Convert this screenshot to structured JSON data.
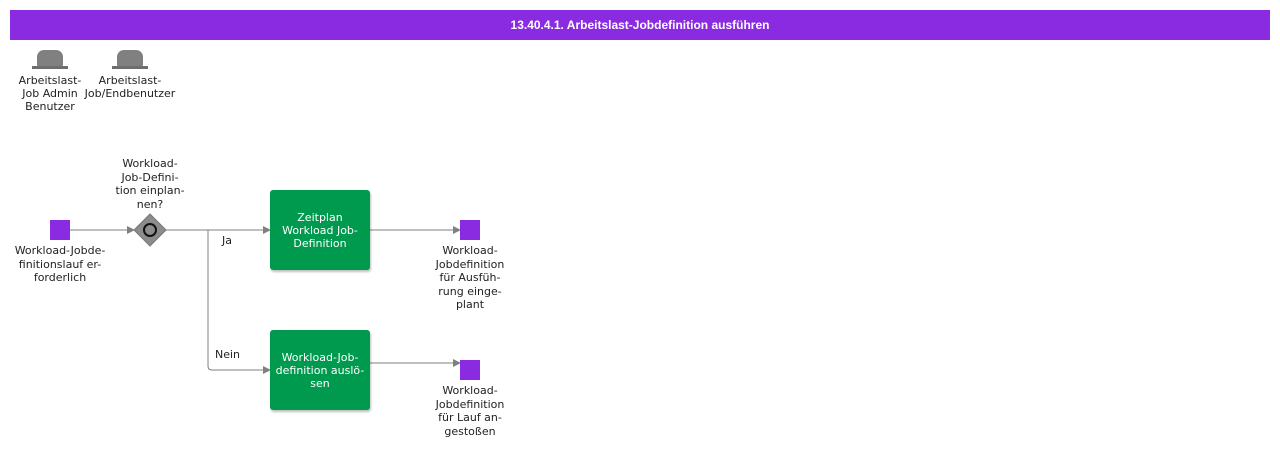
{
  "title": "13.40.4.1. Arbeitslast-Jobdefinition ausführen",
  "roles": [
    {
      "label": "Arbeitslast-\nJob Admin\nBenutzer"
    },
    {
      "label": "Arbeitslast-\nJob/Endbenutzer"
    }
  ],
  "start_event": {
    "label": "Workload-Jobde-\nfinitionslauf er-\nforderlich"
  },
  "gateway": {
    "label": "Workload-\nJob-Defini-\ntion einplan-\nnen?"
  },
  "branches": {
    "yes": "Ja",
    "no": "Nein"
  },
  "tasks": [
    {
      "label": "Zeitplan\nWorkload Job-\nDefinition"
    },
    {
      "label": "Workload-Job-\ndefinition auslö-\nsen"
    }
  ],
  "end_events": [
    {
      "label": "Workload-\nJobdefinition\nfür Ausfüh-\nrung einge-\nplant"
    },
    {
      "label": "Workload-\nJobdefinition\nfür Lauf an-\ngestoßen"
    }
  ],
  "colors": {
    "title_bg": "#8a2be2",
    "event": "#8a2be2",
    "task": "#009a4e",
    "role_icon": "#808080",
    "gateway": "#8c8c8c"
  }
}
